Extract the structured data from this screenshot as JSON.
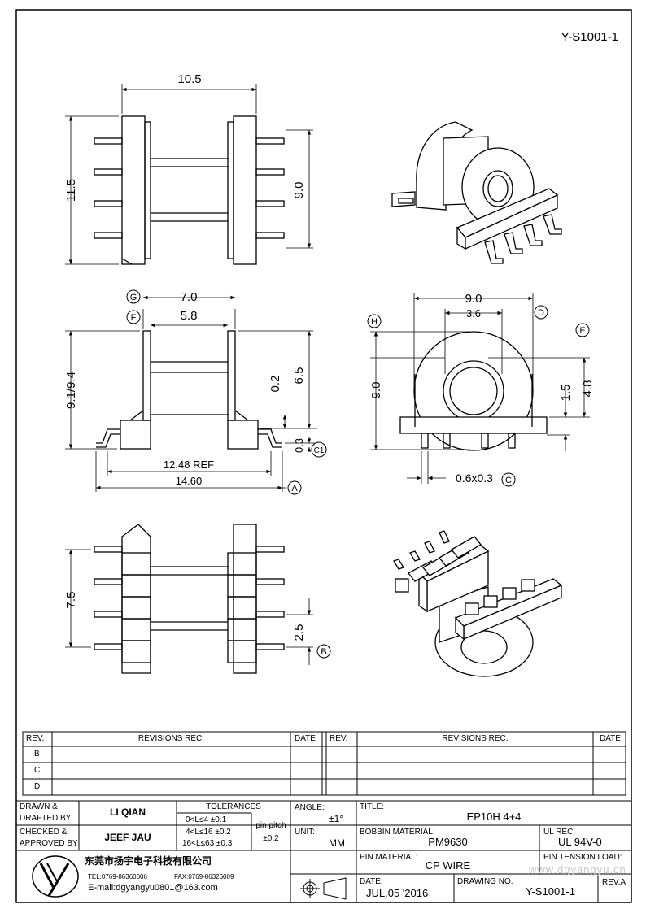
{
  "drawing_id_top": "Y-S1001-1",
  "dims": {
    "top_width": "10.5",
    "top_height": "11.5",
    "top_inner": "9.0",
    "front_g": "7.0",
    "front_f": "5.8",
    "front_height": "9.1/9.4",
    "front_65": "6.5",
    "front_02": "0.2",
    "front_03": "0.3",
    "front_ref": "12.48 REF",
    "front_total": "14.60",
    "side_width": "9.0",
    "side_36": "3.6",
    "side_height": "9.0",
    "side_15": "1.5",
    "side_48": "4.8",
    "side_pin": "0.6x0.3",
    "bottom_75": "7.5",
    "bottom_25": "2.5"
  },
  "callouts": {
    "g": "G",
    "f": "F",
    "h": "H",
    "d": "D",
    "e": "E",
    "c": "C",
    "c1": "C1",
    "a": "A",
    "b": "B"
  },
  "revisions": {
    "rev_header": "REV.",
    "revisions_header": "REVISIONS   REC.",
    "date_header": "DATE",
    "rows": [
      "B",
      "C",
      "D"
    ]
  },
  "title_block": {
    "drawn_label_1": "DRAWN  &",
    "drawn_label_2": "DRAFTED BY",
    "drawn_value": "LI QIAN",
    "checked_label_1": "CHECKED  &",
    "checked_label_2": "APPROVED BY",
    "checked_value": "JEEF JAU",
    "tolerances_label": "TOLERANCES",
    "tol_1": "0<L≤4    ±0.1",
    "tol_2": "4<L≤16  ±0.2",
    "tol_3": "16<L≤63  ±0.3",
    "pin_pitch_label": "pin pitch",
    "pin_pitch_value": "±0.2",
    "angle_label": "ANGLE:",
    "angle_value": "±1°",
    "unit_label": "UNIT:",
    "unit_value": "MM",
    "title_label": "TITLE:",
    "title_value": "EP10H  4+4",
    "bobbin_label": "BOBBIN MATERIAL:",
    "bobbin_value": "PM9630",
    "ul_label": "UL  REC.",
    "ul_value": "UL  94V-0",
    "pin_material_label": "PIN MATERIAL:",
    "pin_material_value": "CP  WIRE",
    "pin_tension_label": "PIN TENSION LOAD:",
    "date_label": "DATE:",
    "date_value": "JUL.05  '2016",
    "drawing_no_label": "DRAWING  NO.",
    "drawing_no_value": "Y-S1001-1",
    "rev_a_label": "REV.A",
    "company_name": "东莞市扬宇电子科技有限公司",
    "tel": "TEL:0769-86360006",
    "fax": "FAX:0769-86326009",
    "email": "E-mail:dgyangyu0801@163.com",
    "watermark": "www.dgyangyu.cn"
  }
}
